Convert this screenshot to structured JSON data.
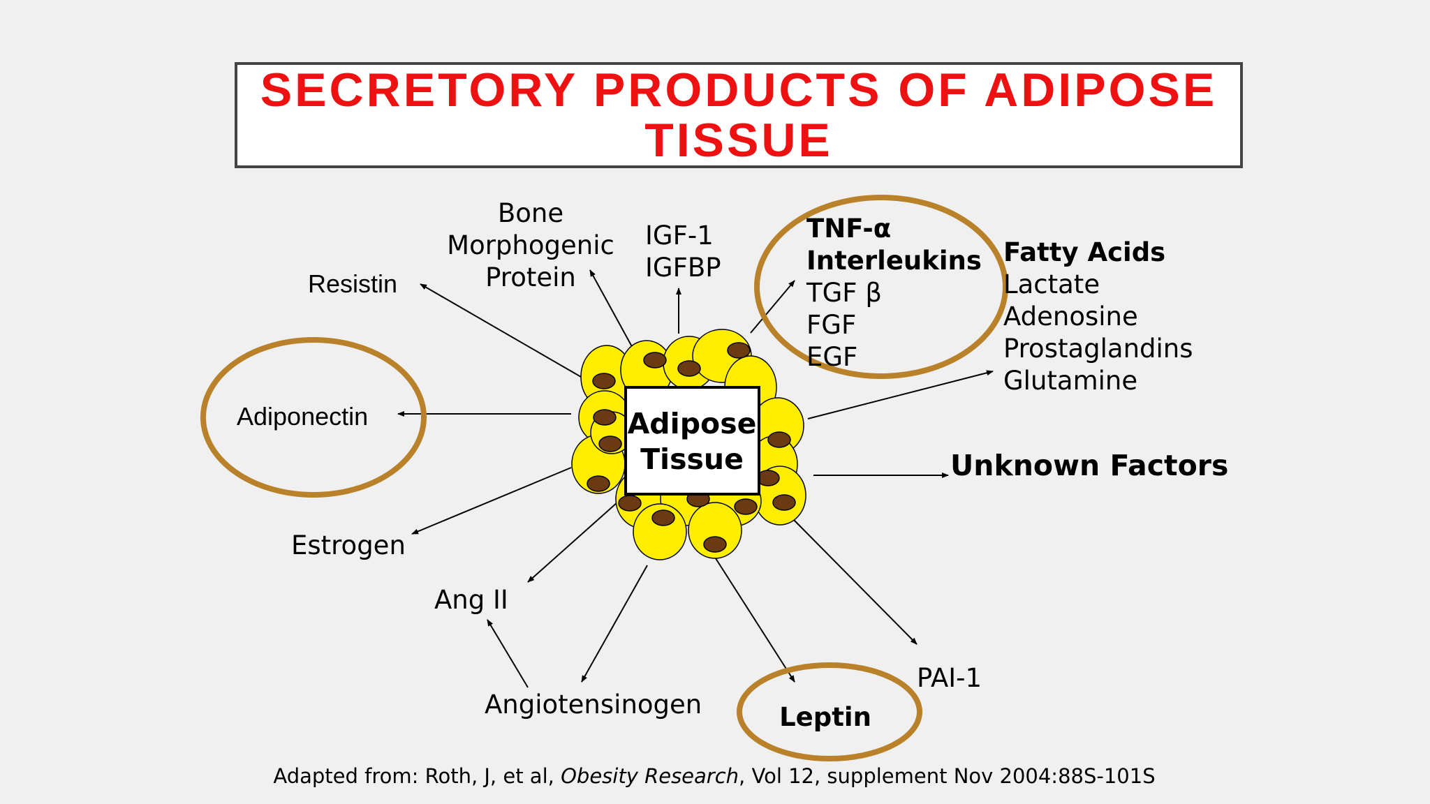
{
  "title": {
    "line1": "SECRETORY PRODUCTS OF ADIPOSE",
    "line2": "TISSUE"
  },
  "center": {
    "line1": "Adipose",
    "line2": "Tissue"
  },
  "products": {
    "bone": [
      "Bone",
      "Morphogenic",
      "Protein"
    ],
    "igf": [
      "IGF-1",
      "IGFBP"
    ],
    "tnf_group": [
      "TNF-α",
      "Interleukins",
      "TGF β",
      "FGF",
      "EGF"
    ],
    "fatty_group": [
      "Fatty Acids",
      "Lactate",
      "Adenosine",
      "Prostaglandins",
      "Glutamine"
    ],
    "resistin": "Resistin",
    "adiponectin": "Adiponectin",
    "unknown": "Unknown Factors",
    "estrogen": "Estrogen",
    "ang2": "Ang II",
    "angiotensinogen": "Angiotensinogen",
    "leptin": "Leptin",
    "pai1": "PAI-1"
  },
  "citation": {
    "prefix": "Adapted from: Roth, J, et al, ",
    "journal": "Obesity Research",
    "suffix": ", Vol 12, supplement Nov 2004:88S-101S"
  },
  "colors": {
    "title_red": "#ee1111",
    "circle_brown": "#b8812a",
    "cell_yellow": "#ffee00",
    "nucleus_brown": "#6b3a12"
  }
}
